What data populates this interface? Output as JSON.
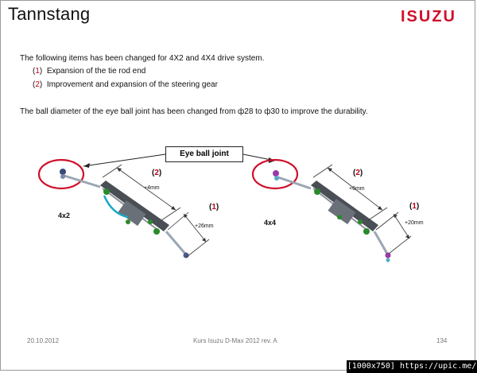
{
  "slide": {
    "title": "Tannstang",
    "logo_text": "ISUZU",
    "brand_color": "#d0102a",
    "intro": "The following items has been changed for 4X2 and 4X4 drive system.",
    "items": [
      {
        "num": "1",
        "text": "Expansion of the tie rod end"
      },
      {
        "num": "2",
        "text": "Improvement and expansion of the steering gear"
      }
    ],
    "ball_note": "The ball diameter of the eye ball joint has been changed from ф28 to ф30 to improve the durability."
  },
  "figure": {
    "callout": "Eye ball joint",
    "left": {
      "label": "4x2",
      "item2": "2",
      "item1": "1",
      "dim_top": "+4mm",
      "dim_bottom": "+26mm"
    },
    "right": {
      "label": "4x4",
      "item2": "2",
      "item1": "1",
      "dim_top": "+6mm",
      "dim_bottom": "+20mm"
    }
  },
  "footer": {
    "date": "20.10.2012",
    "course": "Kurs Isuzu D-Max 2012 rev. A",
    "page": "134"
  },
  "watermark": "[1000x750] https://upic.me/"
}
